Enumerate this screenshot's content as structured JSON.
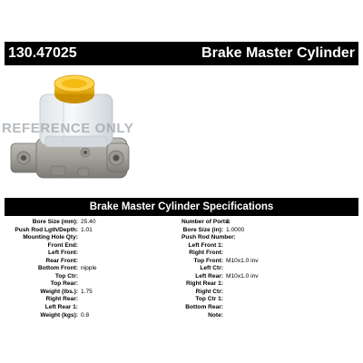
{
  "header": {
    "part_number": "130.47025",
    "title": "Brake Master Cylinder"
  },
  "image": {
    "watermark": "REFERENCE ONLY",
    "colors": {
      "cap": "#f0b400",
      "reservoir": "#eef1f3",
      "body": "#a4a29c"
    }
  },
  "specs": {
    "title": "Brake Master Cylinder Specifications",
    "left": [
      {
        "label": "Bore Size (mm):",
        "value": "25.40"
      },
      {
        "label": "Push Rod Lgth/Depth:",
        "value": "1.01"
      },
      {
        "label": "Mounting Hole Qty:",
        "value": ""
      },
      {
        "label": "Front End:",
        "value": ""
      },
      {
        "label": "Left Front:",
        "value": ""
      },
      {
        "label": "Rear Front:",
        "value": ""
      },
      {
        "label": "Bottom Front:",
        "value": "nipple"
      },
      {
        "label": "Top Ctr:",
        "value": ""
      },
      {
        "label": "Top Rear:",
        "value": ""
      },
      {
        "label": "Weight (lbs.):",
        "value": "1.75"
      },
      {
        "label": "Right Rear:",
        "value": ""
      },
      {
        "label": "Left Rear 1:",
        "value": ""
      },
      {
        "label": "Weight (kgs):",
        "value": "0.8"
      }
    ],
    "right": [
      {
        "label": "Number of Ports:",
        "value": "3"
      },
      {
        "label": "Bore Size (in):",
        "value": "1.0000"
      },
      {
        "label": "Push Rod Number:",
        "value": ""
      },
      {
        "label": "Left Front 1:",
        "value": ""
      },
      {
        "label": "Right Front:",
        "value": ""
      },
      {
        "label": "Top Front:",
        "value": "M10x1.0 inv"
      },
      {
        "label": "Left Ctr:",
        "value": ""
      },
      {
        "label": "Left Rear:",
        "value": "M10x1.0 inv"
      },
      {
        "label": "Right Rear 1:",
        "value": ""
      },
      {
        "label": "Right Ctr:",
        "value": ""
      },
      {
        "label": "Top Ctr 1:",
        "value": ""
      },
      {
        "label": "Bottom Rear:",
        "value": ""
      },
      {
        "label": "Note:",
        "value": ""
      }
    ]
  }
}
